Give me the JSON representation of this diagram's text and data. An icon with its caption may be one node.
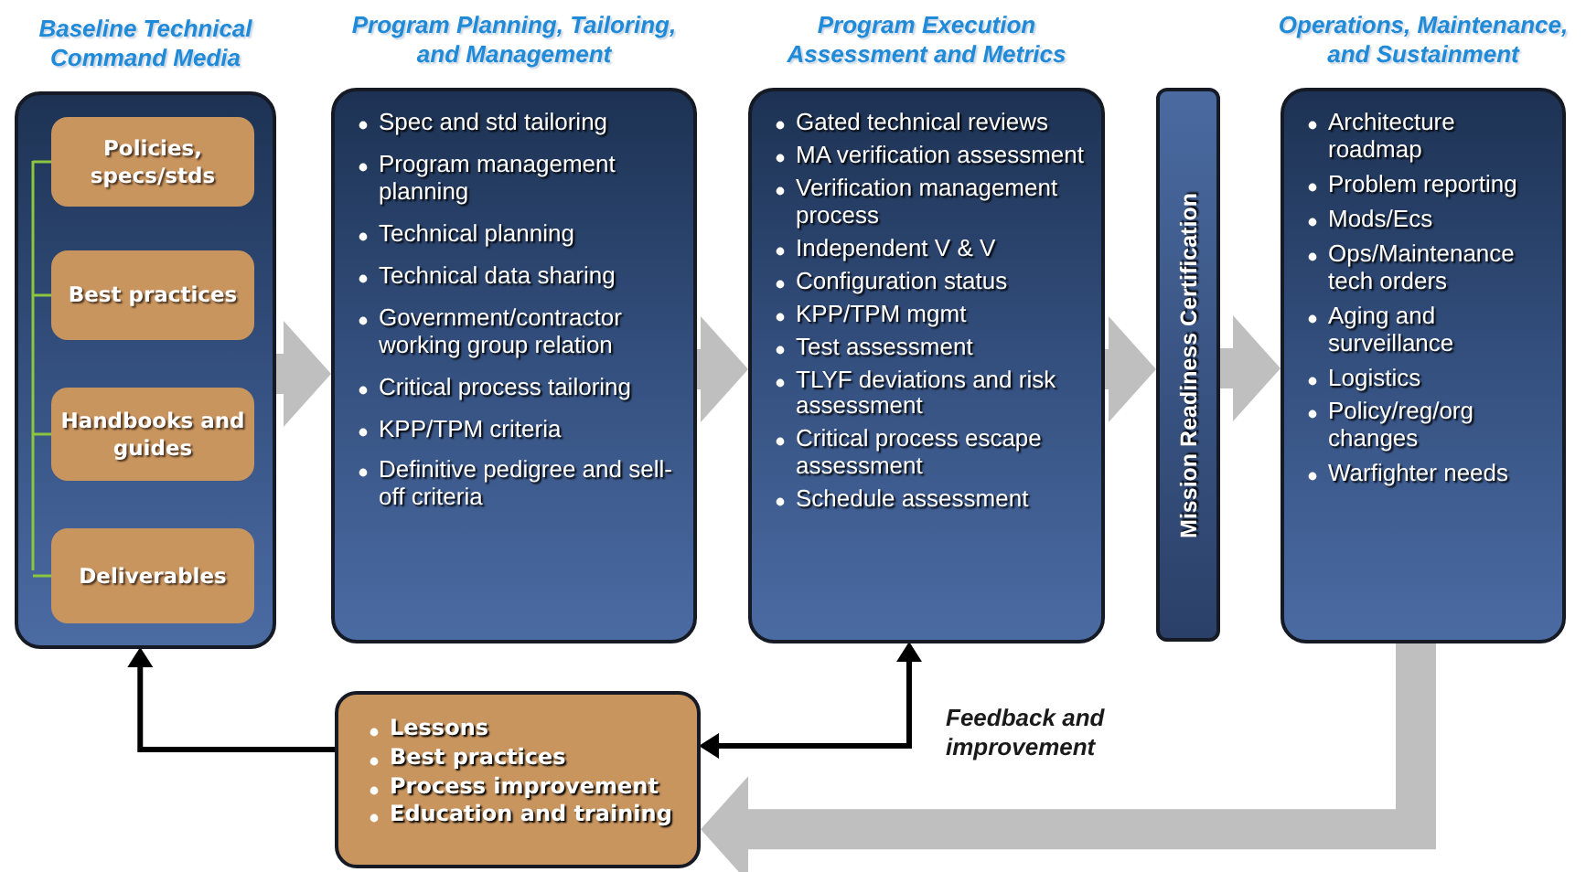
{
  "diagram": {
    "nodes": [
      {
        "text": [
          "Baseline Technical Command Media"
        ]
      },
      {
        "text": [
          "Policies, specs/stds"
        ],
        "in": 0
      },
      {
        "text": [
          "Best practices"
        ],
        "in": 0
      },
      {
        "text": [
          "Handbooks and guides"
        ],
        "in": 0
      },
      {
        "text": [
          "Deliverables"
        ],
        "in": 0
      },
      {
        "text": [
          "Program Planning, Tailoring, and Management",
          "Spec and std tailoring",
          "Program management planning",
          "Technical planning",
          "Technical data sharing",
          "Government/contractor working group relation",
          "Critical process tailoring",
          "KPP/TPM criteria",
          "Definitive pedigree and sell-off criteria"
        ]
      },
      {
        "text": [
          "Program Execution Assessment and Metrics",
          "Gated technical reviews",
          "MA verification assessment",
          "Verification management process",
          "Independent V & V",
          "Configuration status",
          "KPP/TPM mgmt",
          "Test assessment",
          "TLYF deviations and risk assessment",
          "Critical process escape assessment",
          "Schedule assessment"
        ]
      },
      {
        "text": [
          "Mission Readiness Certification"
        ]
      },
      {
        "text": [
          "Operations, Maintenance, and Sustainment",
          "Architecture roadmap",
          "Problem reporting",
          "Mods/Ecs",
          "Ops/Maintenance tech orders",
          "Aging and surveillance",
          "Logistics",
          "Policy/reg/org changes",
          "Warfighter needs"
        ]
      },
      {
        "text": [
          "Lessons",
          "Best practices",
          "Process improvement",
          "Education and training"
        ]
      }
    ],
    "edges": [
      {
        "from": 0,
        "to": 5,
        "arrow": "to"
      },
      {
        "from": 5,
        "to": 6,
        "arrow": "to"
      },
      {
        "from": 6,
        "to": 7,
        "arrow": "to"
      },
      {
        "from": 7,
        "to": 8,
        "arrow": "to"
      },
      {
        "from": 8,
        "to": 9,
        "arrow": "to"
      },
      {
        "from": 9,
        "to": 0,
        "arrow": "to",
        "color": "#000000"
      },
      {
        "from": 9,
        "to": 6,
        "arrow": "both",
        "label": "Feedback and improvement",
        "color": "#000000"
      }
    ]
  }
}
